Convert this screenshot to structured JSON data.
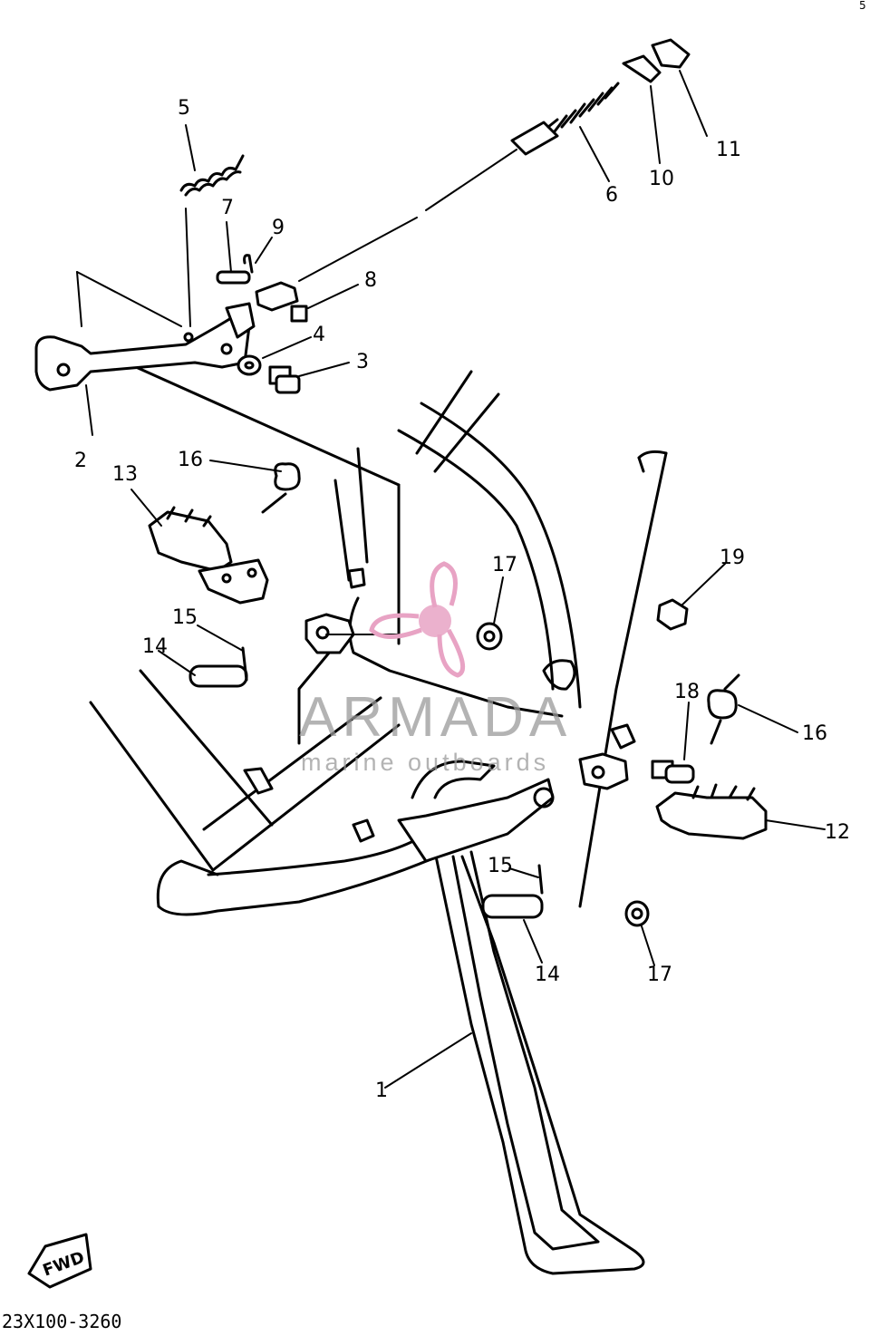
{
  "callouts": [
    {
      "id": "c1",
      "label": "1"
    },
    {
      "id": "c2",
      "label": "2"
    },
    {
      "id": "c3",
      "label": "3"
    },
    {
      "id": "c4",
      "label": "4"
    },
    {
      "id": "c5",
      "label": "5"
    },
    {
      "id": "c6",
      "label": "6"
    },
    {
      "id": "c7",
      "label": "7"
    },
    {
      "id": "c8",
      "label": "8"
    },
    {
      "id": "c9",
      "label": "9"
    },
    {
      "id": "c10",
      "label": "10"
    },
    {
      "id": "c11",
      "label": "11"
    },
    {
      "id": "c12",
      "label": "12"
    },
    {
      "id": "c13",
      "label": "13"
    },
    {
      "id": "c14a",
      "label": "14"
    },
    {
      "id": "c14b",
      "label": "14"
    },
    {
      "id": "c15a",
      "label": "15"
    },
    {
      "id": "c15b",
      "label": "15"
    },
    {
      "id": "c16a",
      "label": "16"
    },
    {
      "id": "c16b",
      "label": "16"
    },
    {
      "id": "c17a",
      "label": "17"
    },
    {
      "id": "c17b",
      "label": "17"
    },
    {
      "id": "c18",
      "label": "18"
    },
    {
      "id": "c19",
      "label": "19"
    }
  ],
  "watermark": {
    "brand": "ARMADA",
    "tagline": "marine outboards",
    "color": "#e8a3c4"
  },
  "drawing_code": "23X100-3260",
  "fwd_label": "FWD",
  "corner_mark": "5"
}
